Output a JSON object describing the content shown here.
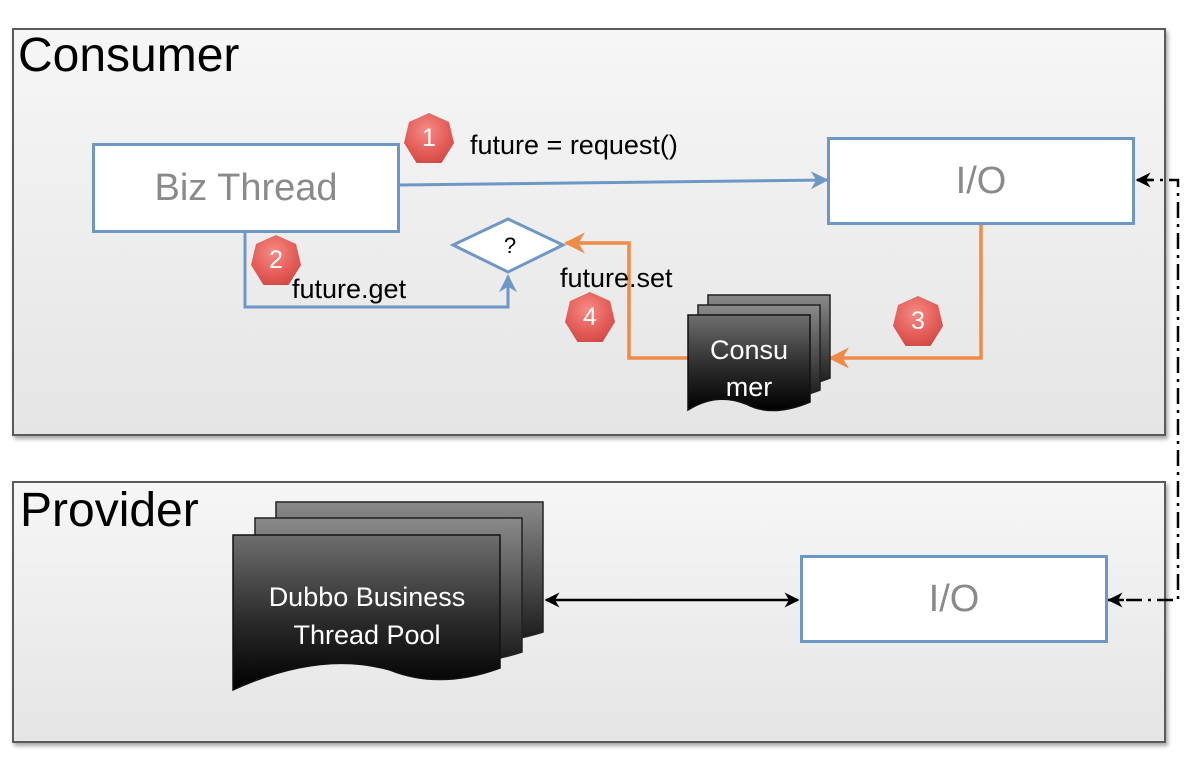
{
  "consumer": {
    "title": "Consumer",
    "biz_thread": "Biz Thread",
    "io": "I/O",
    "decision": "?",
    "consumer_stack_line1": "Consu",
    "consumer_stack_line2": "mer",
    "labels": {
      "request": "future = request()",
      "get": "future.get",
      "set": "future.set"
    },
    "steps": [
      "1",
      "2",
      "3",
      "4"
    ]
  },
  "provider": {
    "title": "Provider",
    "io": "I/O",
    "pool_line1": "Dubbo Business",
    "pool_line2": "Thread Pool"
  },
  "colors": {
    "box_border": "#6d98c6",
    "blue_arrow": "#6d98c6",
    "orange_arrow": "#ef8a47",
    "badge": "#e35a55",
    "panel_bg": "#ececec"
  }
}
